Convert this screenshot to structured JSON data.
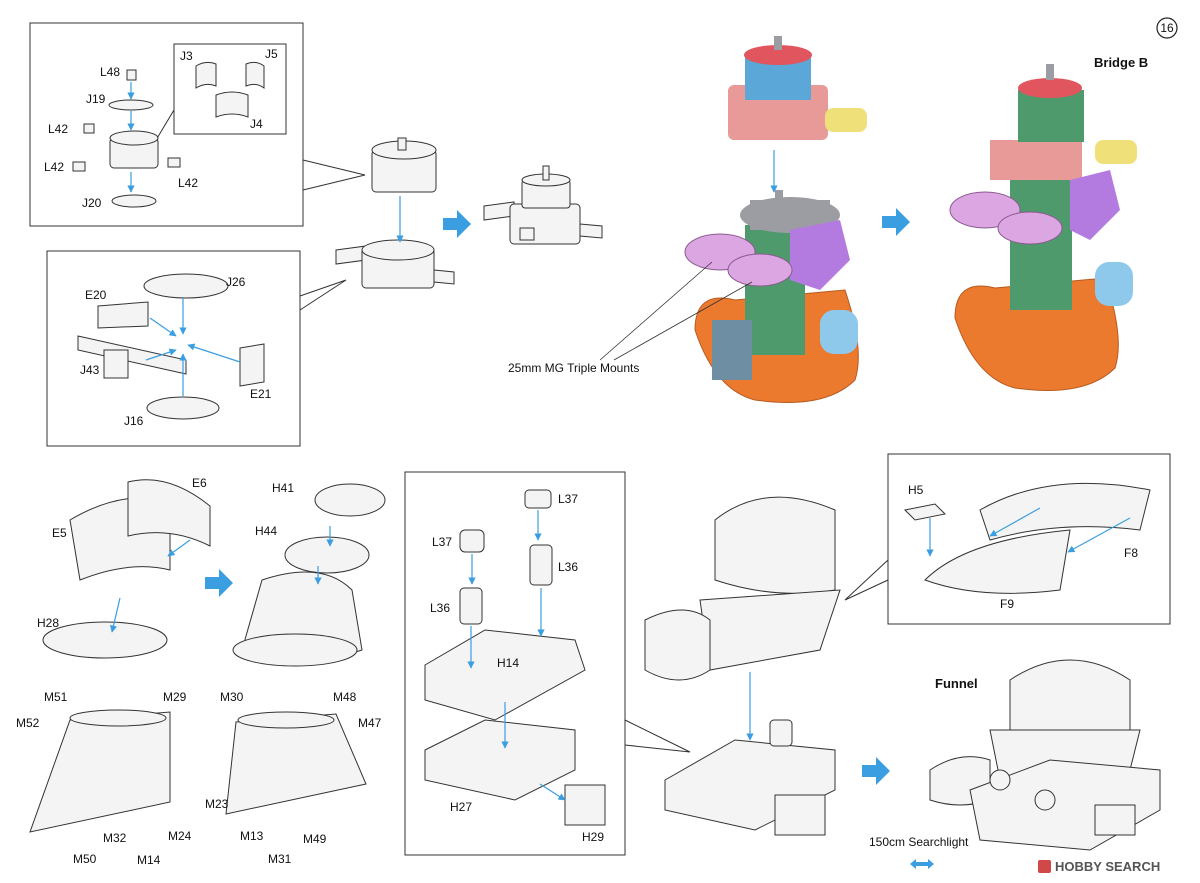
{
  "page_number": "16",
  "titles": {
    "bridge": "Bridge B",
    "funnel": "Funnel"
  },
  "annotations": {
    "mg_mounts": "25mm MG Triple Mounts",
    "searchlight": "150cm Searchlight"
  },
  "watermark": {
    "brand": "HOBBY SEARCH"
  },
  "parts": {
    "l48": "L48",
    "j19": "J19",
    "l42a": "L42",
    "l42b": "L42",
    "l42c": "L42",
    "j20": "J20",
    "j3": "J3",
    "j5": "J5",
    "j4": "J4",
    "j26": "J26",
    "e20": "E20",
    "j43": "J43",
    "e21": "E21",
    "j16": "J16",
    "e6": "E6",
    "e5": "E5",
    "h28": "H28",
    "h41": "H41",
    "h44": "H44",
    "l37a": "L37",
    "l37b": "L37",
    "l36a": "L36",
    "l36b": "L36",
    "h14": "H14",
    "h27": "H27",
    "h29": "H29",
    "h5": "H5",
    "f8": "F8",
    "f9": "F9",
    "m51": "M51",
    "m52": "M52",
    "m29": "M29",
    "m23": "M23",
    "m24": "M24",
    "m32": "M32",
    "m50": "M50",
    "m14": "M14",
    "m30": "M30",
    "m48": "M48",
    "m47": "M47",
    "m13": "M13",
    "m49": "M49",
    "m31": "M31"
  },
  "colors": {
    "arrow": "#3a9ee0",
    "blue_top": "#5aa7d8",
    "pink": "#e79a98",
    "green": "#4f9a6c",
    "red_cap": "#e0555e",
    "yellow": "#efe07a",
    "gray": "#9c9ca3",
    "purple": "#b37be0",
    "lilac": "#dca6e3",
    "orange": "#eb7a2f",
    "light_blue": "#8ec9ec",
    "steel": "#6e8fa3"
  }
}
